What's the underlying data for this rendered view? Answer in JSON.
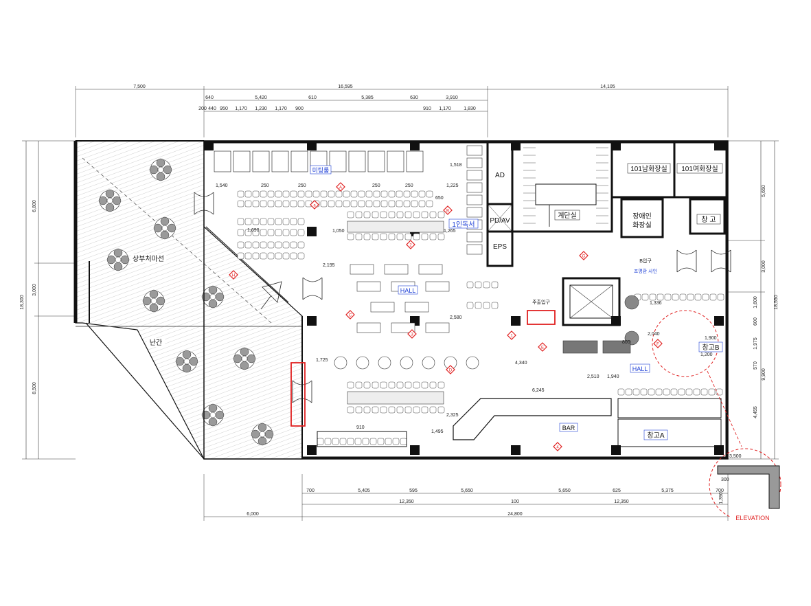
{
  "dimensions": {
    "top_row1": [
      "7,500",
      "16,595",
      "14,105"
    ],
    "top_row2": [
      "640",
      "5,420",
      "610",
      "5,385",
      "630",
      "3,910"
    ],
    "top_row3": [
      "200",
      "440",
      "950",
      "1,170",
      "1,230",
      "1,170",
      "900",
      "910",
      "1,170",
      "1,830"
    ],
    "left": [
      "6,800",
      "3,000",
      "8,500",
      "18,300"
    ],
    "right": [
      "5,650",
      "3,000",
      "1,600",
      "600",
      "1,975",
      "570",
      "4,455",
      "9,900",
      "18,550"
    ],
    "bottom_row1": [
      "700",
      "5,405",
      "595",
      "5,650",
      "5,650",
      "625",
      "5,375",
      "700"
    ],
    "bottom_row2": [
      "12,350",
      "100",
      "12,350"
    ],
    "bottom_row3": [
      "6,000",
      "24,800"
    ],
    "interior": [
      "1,518",
      "1,225",
      "1,540",
      "250",
      "250",
      "250",
      "250",
      "1,690",
      "1,050",
      "1,265",
      "2,195",
      "2,580",
      "1,725",
      "4,340",
      "6,245",
      "2,510",
      "1,336",
      "2,040",
      "1,900",
      "1,200",
      "910",
      "1,495",
      "2,325",
      "1,940",
      "650",
      "800"
    ],
    "elevation": [
      "3,500",
      "300",
      "1,390"
    ]
  },
  "rooms": {
    "meeting": "미팅룸",
    "single_study": "1인독서",
    "hall_left": "HALL",
    "hall_right": "HALL",
    "bar": "BAR",
    "storage_a": "창고A",
    "storage_b": "창고B",
    "storage": "창 고",
    "ad": "AD",
    "pd_av": "PD/AV",
    "eps": "EPS",
    "stairs": "계단실",
    "mens_toilet": "101남화장실",
    "womens_toilet": "101여화장실",
    "accessible_toilet_1": "장애인",
    "accessible_toilet_2": "화장실"
  },
  "annotations": {
    "deck_finish": "상부처마선",
    "railing": "난간",
    "entrance": "주출입구",
    "elevation": "ELEVATION",
    "b_entrance": "B입구",
    "column_note": "조명환 사인"
  },
  "markers": [
    "A",
    "B",
    "C",
    "D",
    "E",
    "F",
    "G",
    "H",
    "a",
    "1",
    "2",
    "3",
    "4"
  ],
  "colors": {
    "wall": "#111111",
    "line": "#333333",
    "marker": "#e02020",
    "label_blue": "#1d3fd6",
    "deck": "#d9d9d9",
    "entrance_red": "#e02020"
  }
}
